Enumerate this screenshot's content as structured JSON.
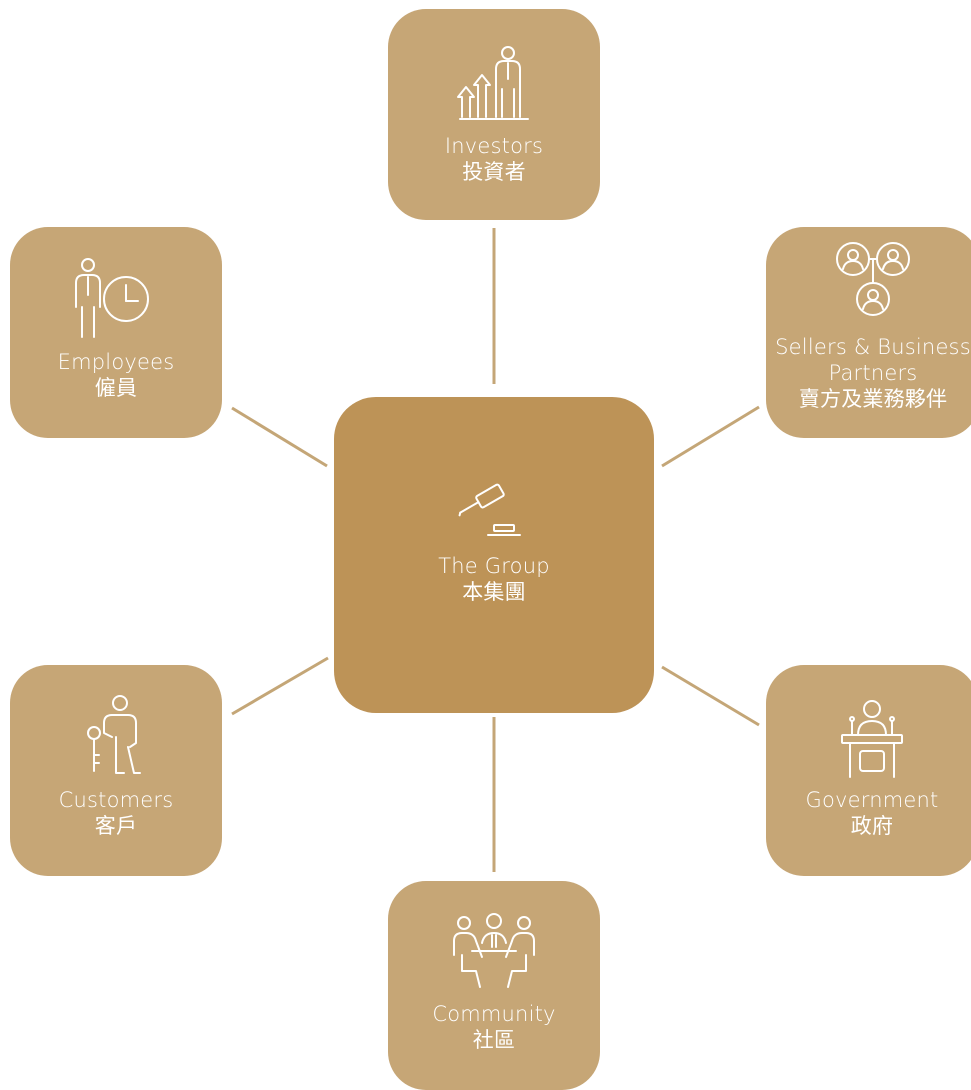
{
  "diagram": {
    "center": {
      "title_en": "The Group",
      "title_zh": "本集團",
      "icon": "gavel-icon"
    },
    "stakeholders": [
      {
        "id": "investors",
        "title_en": "Investors",
        "title_zh": "投資者",
        "icon": "investor-growth-icon"
      },
      {
        "id": "employees",
        "title_en": "Employees",
        "title_zh": "僱員",
        "icon": "employee-clock-icon"
      },
      {
        "id": "sellers",
        "title_en_line1": "Sellers & Business",
        "title_en_line2": "Partners",
        "title_zh": "賣方及業務夥伴",
        "icon": "partners-network-icon"
      },
      {
        "id": "customers",
        "title_en": "Customers",
        "title_zh": "客戶",
        "icon": "customer-key-icon"
      },
      {
        "id": "government",
        "title_en": "Government",
        "title_zh": "政府",
        "icon": "government-podium-icon"
      },
      {
        "id": "community",
        "title_en": "Community",
        "title_zh": "社區",
        "icon": "community-meeting-icon"
      }
    ],
    "colors": {
      "center_fill": "#bd9357",
      "node_fill": "#c6a676",
      "connector": "#c4a677",
      "text": "#ffffff"
    }
  }
}
